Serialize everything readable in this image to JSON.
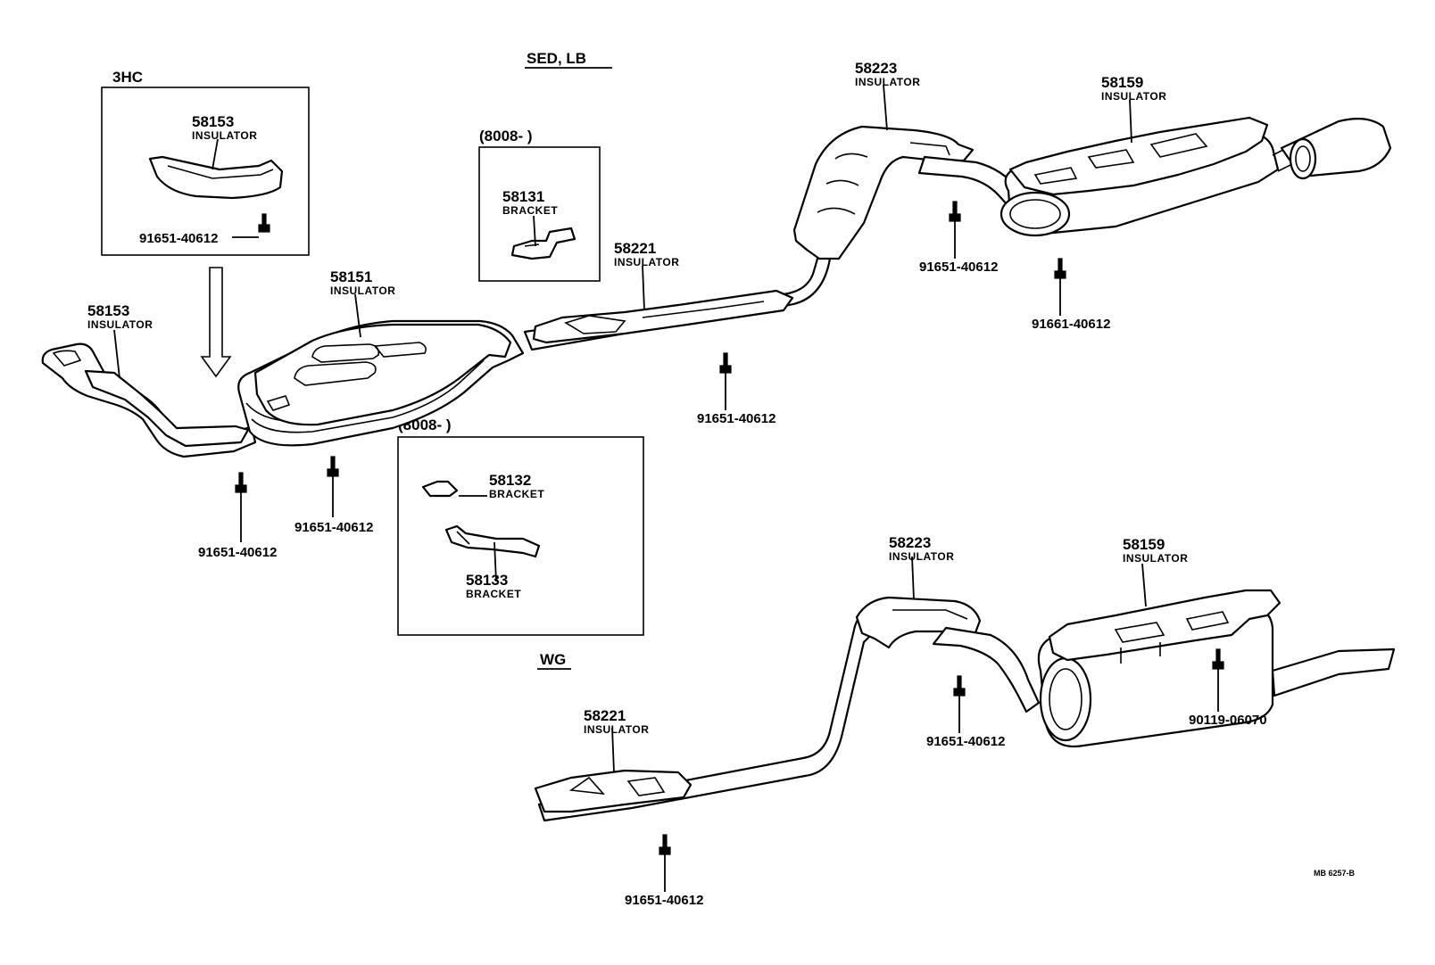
{
  "headings": {
    "sed_lb": "SED, LB",
    "wg": "WG",
    "engine_3hc": "3HC",
    "date_box1": "(8008-       )",
    "date_box2": "(8008-       )"
  },
  "callouts": {
    "c58153_box": {
      "num": "58153",
      "name": "INSULATOR"
    },
    "c58153": {
      "num": "58153",
      "name": "INSULATOR"
    },
    "c58151": {
      "num": "58151",
      "name": "INSULATOR"
    },
    "c58131": {
      "num": "58131",
      "name": "BRACKET"
    },
    "c58221_top": {
      "num": "58221",
      "name": "INSULATOR"
    },
    "c58223_top": {
      "num": "58223",
      "name": "INSULATOR"
    },
    "c58159_top": {
      "num": "58159",
      "name": "INSULATOR"
    },
    "c58132": {
      "num": "58132",
      "name": "BRACKET"
    },
    "c58133": {
      "num": "58133",
      "name": "BRACKET"
    },
    "c58223_bot": {
      "num": "58223",
      "name": "INSULATOR"
    },
    "c58159_bot": {
      "num": "58159",
      "name": "INSULATOR"
    },
    "c58221_bot": {
      "num": "58221",
      "name": "INSULATOR"
    }
  },
  "part_numbers": {
    "bolt_box": "91651-40612",
    "bolt_front1": "91651-40612",
    "bolt_front2": "91651-40612",
    "bolt_mid": "91651-40612",
    "bolt_rear_top1": "91651-40612",
    "bolt_rear_top2": "91661-40612",
    "bolt_rear_bot1": "91651-40612",
    "bolt_rear_bot2": "90119-06070",
    "bolt_bottom": "91651-40612"
  },
  "drawing_code": "MB 6257-B"
}
